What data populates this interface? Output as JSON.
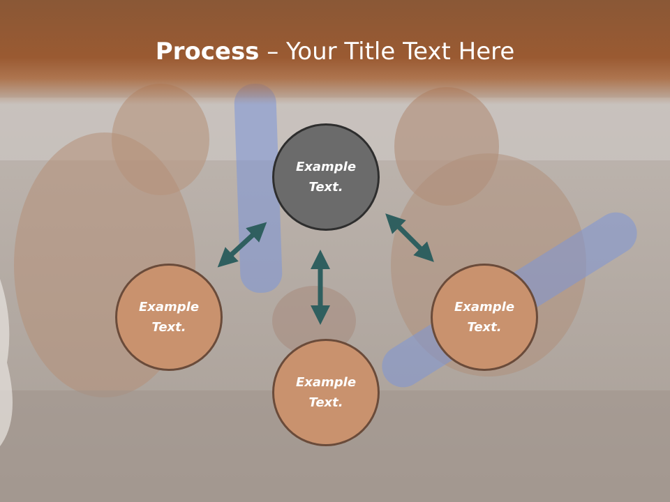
{
  "title": {
    "bold": "Process",
    "rest": " – Your Title Text Here"
  },
  "nodes": {
    "top": {
      "line1": "Example",
      "line2": "Text."
    },
    "left": {
      "line1": "Example",
      "line2": "Text."
    },
    "right": {
      "line1": "Example",
      "line2": "Text."
    },
    "bottom": {
      "line1": "Example",
      "line2": "Text."
    }
  },
  "colors": {
    "title_band": "#9a5a32",
    "top_node": "#6b6b6b",
    "other_nodes": "#c9926e",
    "arrows": "#2f5f5f"
  }
}
